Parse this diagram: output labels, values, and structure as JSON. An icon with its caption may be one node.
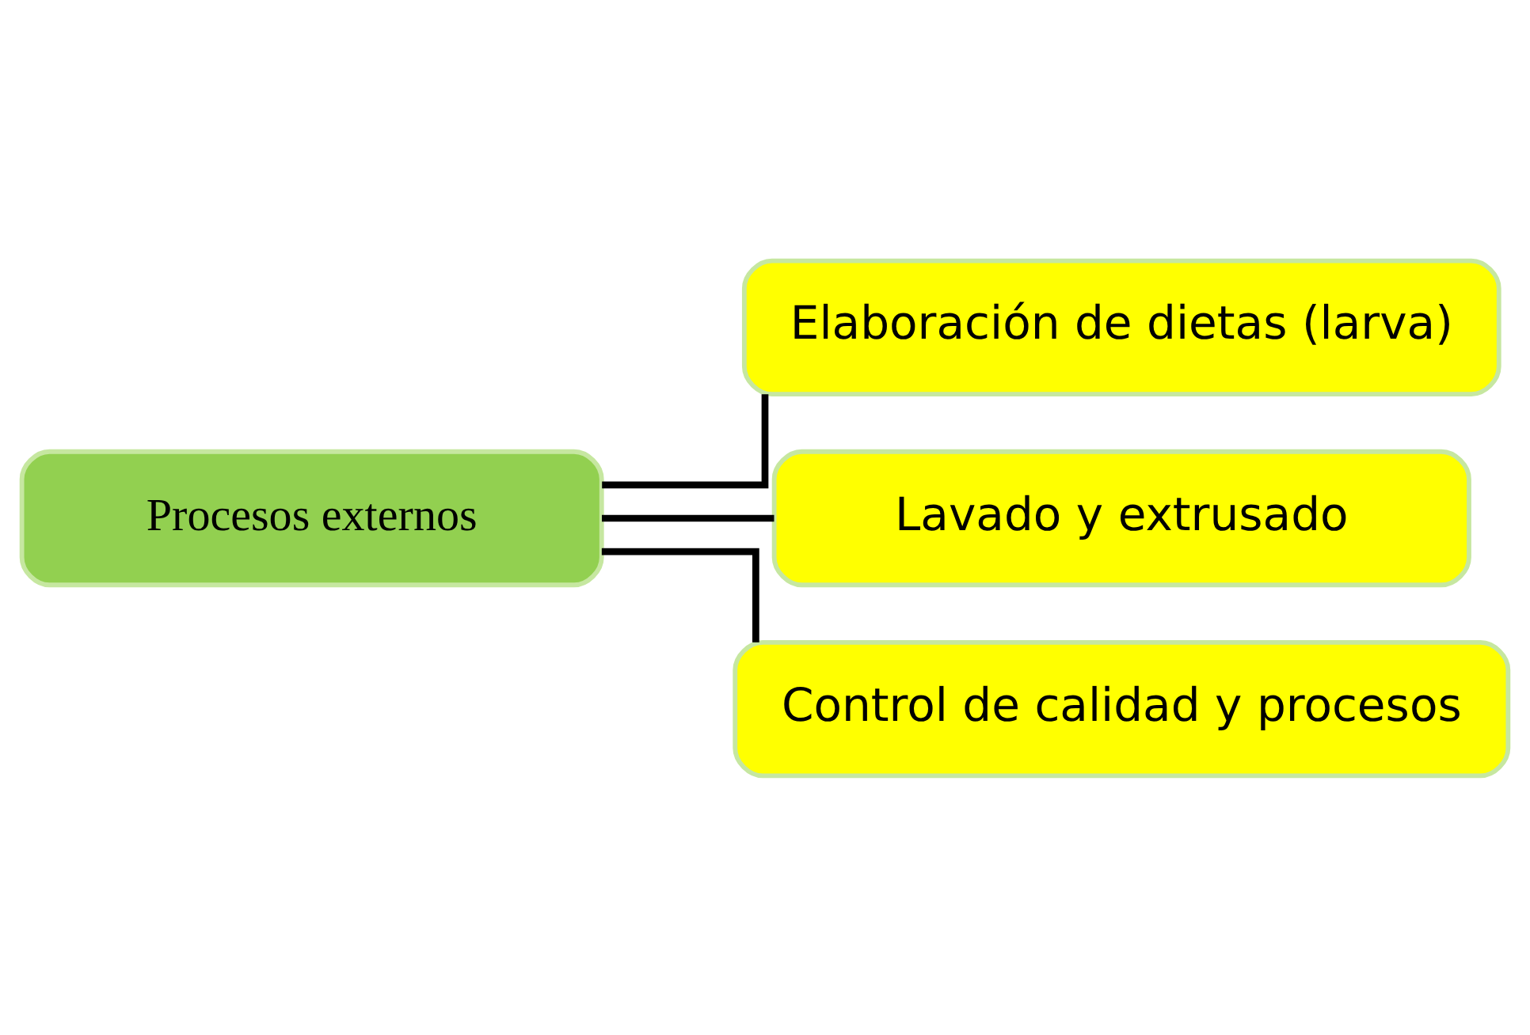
{
  "diagram": {
    "nodes": [
      {
        "text": [
          "Procesos externos"
        ]
      },
      {
        "text": [
          "Elaboración de dietas (larva)"
        ]
      },
      {
        "text": [
          "Lavado y extrusado"
        ]
      },
      {
        "text": [
          "Control de calidad y procesos"
        ]
      }
    ],
    "edges": [
      {
        "from": 0,
        "to": 1,
        "arrow": "none"
      },
      {
        "from": 0,
        "to": 2,
        "arrow": "none"
      },
      {
        "from": 0,
        "to": 3,
        "arrow": "none"
      }
    ]
  }
}
